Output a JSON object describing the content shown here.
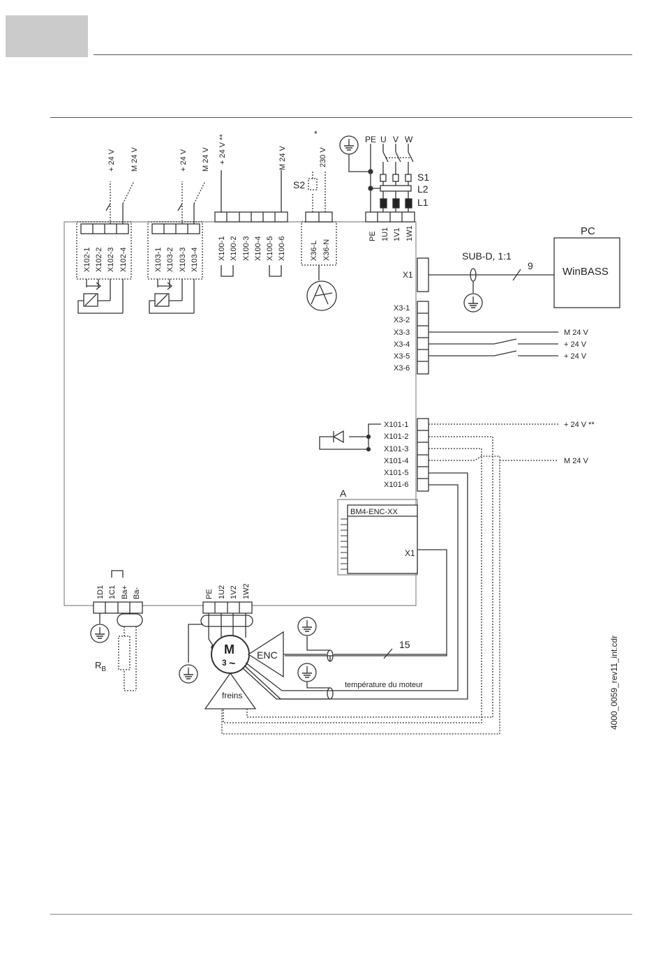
{
  "page": {
    "file_label": "4000_0059_rev11_int.cdr"
  },
  "supply": {
    "plus24": "+ 24 V",
    "plus24_star": "+ 24 V **",
    "m24": "M 24 V",
    "v230": "230 V",
    "asterisk": "*",
    "pe": "PE",
    "u": "U",
    "v": "V",
    "w": "W",
    "s1": "S1",
    "s2": "S2",
    "l1": "L1",
    "l2": "L2"
  },
  "terminals": {
    "x102": [
      "X102-1",
      "X102-2",
      "X102-3",
      "X102-4"
    ],
    "x103": [
      "X103-1",
      "X103-2",
      "X103-3",
      "X103-4"
    ],
    "x100": [
      "X100-1",
      "X100-2",
      "X100-3",
      "X100-4",
      "X100-5",
      "X100-6"
    ],
    "x36": [
      "X36-L",
      "X36-N"
    ],
    "mains": [
      "PE",
      "1U1",
      "1V1",
      "1W1"
    ],
    "x3": [
      "X3-1",
      "X3-2",
      "X3-3",
      "X3-4",
      "X3-5",
      "X3-6"
    ],
    "x101": [
      "X101-1",
      "X101-2",
      "X101-3",
      "X101-4",
      "X101-5",
      "X101-6"
    ],
    "brake": [
      "1D1",
      "1C1",
      "Ba+",
      "Ba-"
    ],
    "motor": [
      "PE",
      "1U2",
      "1V2",
      "1W2"
    ]
  },
  "pc": {
    "title": "PC",
    "software": "WinBASS",
    "cable": "SUB-D, 1:1",
    "cable_no": "9",
    "x1": "X1"
  },
  "x3_signals": {
    "x3_3": "M 24 V",
    "x3_4": "+ 24 V",
    "x3_5": "+ 24 V"
  },
  "x101_signals": {
    "x101_1": "+ 24 V **",
    "x101_4": "M 24 V"
  },
  "module": {
    "label_a": "A",
    "name": "BM4-ENC-XX",
    "x1": "X1"
  },
  "motor": {
    "m": "M",
    "phase": "3",
    "enc": "ENC",
    "brakes": "freins",
    "cable_no": "15",
    "temp": "température du moteur",
    "rb": "R",
    "rb_sub": "B"
  }
}
